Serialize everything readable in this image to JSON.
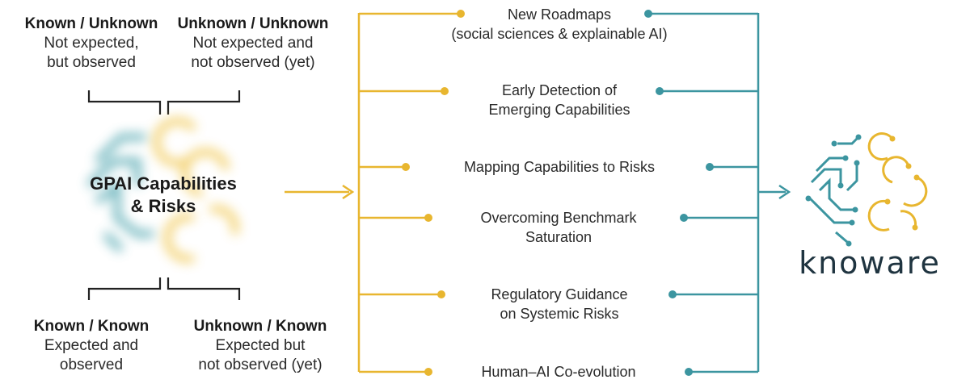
{
  "colors": {
    "gold": "#E8B62F",
    "teal": "#3C95A0",
    "dark": "#1f3440",
    "bracket": "#222222"
  },
  "quadrants": {
    "top_left": {
      "title": "Known / Unknown",
      "desc": "Not expected,\nbut observed"
    },
    "top_right": {
      "title": "Unknown / Unknown",
      "desc": "Not expected and\nnot observed (yet)"
    },
    "bottom_left": {
      "title": "Known / Known",
      "desc": "Expected and\nobserved"
    },
    "bottom_right": {
      "title": "Unknown / Known",
      "desc": "Expected but\nnot observed (yet)"
    }
  },
  "center": {
    "label": "GPAI Capabilities\n& Risks",
    "icon": "blurred-knoware-logo"
  },
  "items": [
    {
      "label": "New Roadmaps\n(social sciences & explainable AI)"
    },
    {
      "label": "Early Detection of\nEmerging Capabilities"
    },
    {
      "label": "Mapping Capabilities to Risks"
    },
    {
      "label": "Overcoming Benchmark\nSaturation"
    },
    {
      "label": "Regulatory Guidance\non Systemic Risks"
    },
    {
      "label": "Human–AI Co-evolution"
    }
  ],
  "brand": {
    "name": "knoware",
    "icon": "knoware-logo-icon"
  }
}
